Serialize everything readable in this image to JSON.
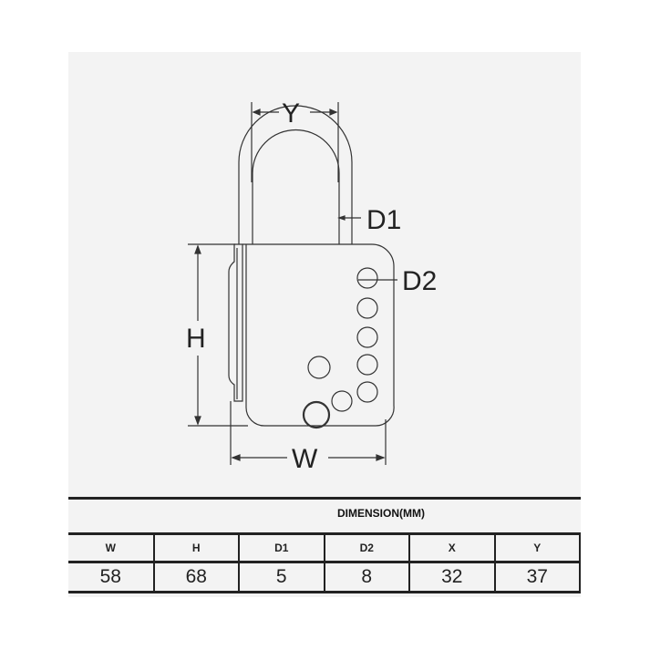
{
  "diagram": {
    "subject": "lockout hasp padlock",
    "labels": {
      "y": "Y",
      "d1": "D1",
      "d2": "D2",
      "h": "H",
      "w": "W"
    },
    "line_color": "#333333",
    "panel_color": "#f3f3f3"
  },
  "table": {
    "title": "DIMENSION(MM)",
    "columns": [
      "W",
      "H",
      "D1",
      "D2",
      "X",
      "Y"
    ],
    "values": [
      "58",
      "68",
      "5",
      "8",
      "32",
      "37"
    ]
  }
}
